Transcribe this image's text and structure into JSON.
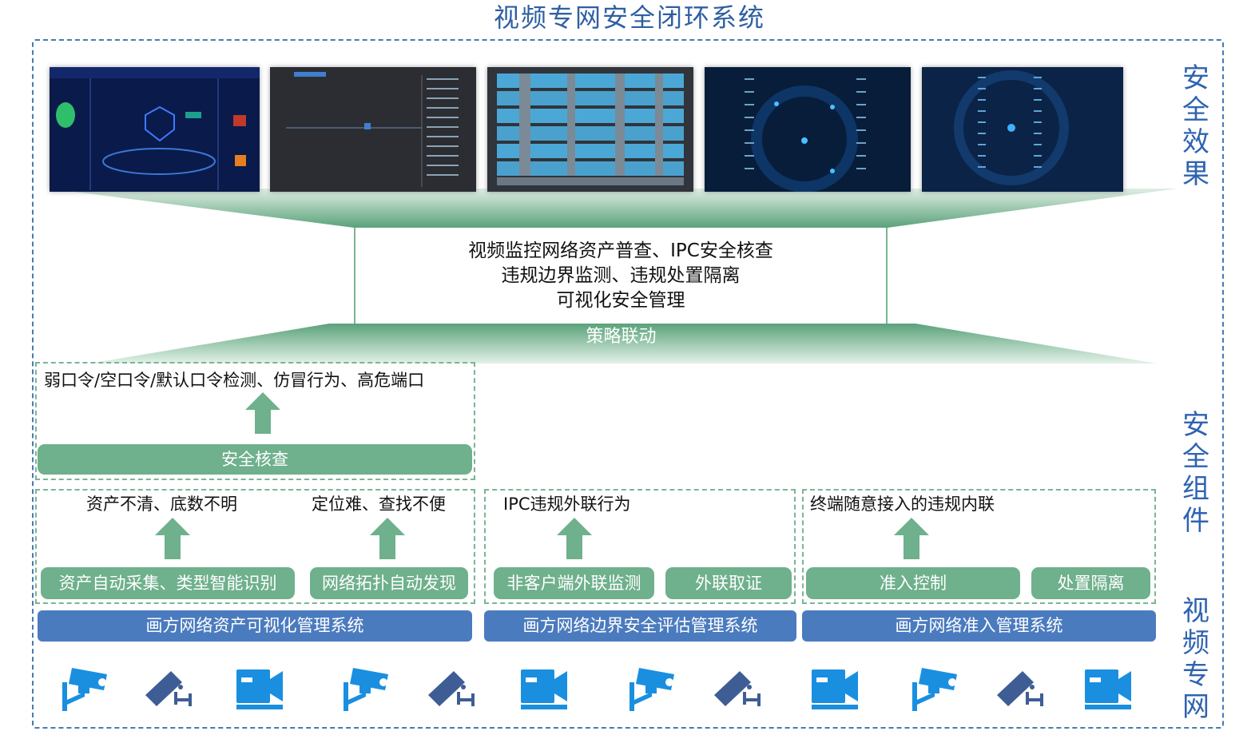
{
  "title": "视频专网安全闭环系统",
  "side_labels": {
    "effect": "安全效果",
    "component": "安全组件",
    "network": "视频专网"
  },
  "screenshots": [
    "dashboard-screenshot",
    "topology-screenshot",
    "asset-grid-screenshot",
    "network-map-screenshot",
    "tree-map-screenshot"
  ],
  "center": {
    "line1": "视频监控网络资产普查、IPC安全核查",
    "line2": "违规边界监测、违规处置隔离",
    "line3": "可视化安全管理",
    "strategy": "策略联动"
  },
  "security_check": {
    "threats": "弱口令/空口令/默认口令检测、仿冒行为、高危端口",
    "component": "安全核查"
  },
  "asset_group": {
    "problem1": "资产不清、底数不明",
    "problem2": "定位难、查找不便",
    "component1": "资产自动采集、类型智能识别",
    "component2": "网络拓扑自动发现",
    "system": "画方网络资产可视化管理系统"
  },
  "boundary_group": {
    "problem": "IPC违规外联行为",
    "component1": "非客户端外联监测",
    "component2": "外联取证",
    "system": "画方网络边界安全评估管理系统"
  },
  "access_group": {
    "problem": "终端随意接入的违规内联",
    "component1": "准入控制",
    "component2": "处置隔离",
    "system": "画方网络准入管理系统"
  },
  "colors": {
    "title_blue": "#2f5fa2",
    "green": "#6fb08d",
    "blue_bar": "#4b7bbf",
    "camera_blue": "#1a8fe0",
    "camera_dark": "#3f5d95"
  },
  "devices": [
    "camera-icon",
    "dome-camera-icon",
    "video-recorder-icon",
    "camera-icon",
    "dome-camera-icon",
    "video-recorder-icon",
    "camera-icon",
    "dome-camera-icon",
    "video-recorder-icon",
    "camera-icon",
    "dome-camera-icon",
    "video-recorder-icon"
  ]
}
